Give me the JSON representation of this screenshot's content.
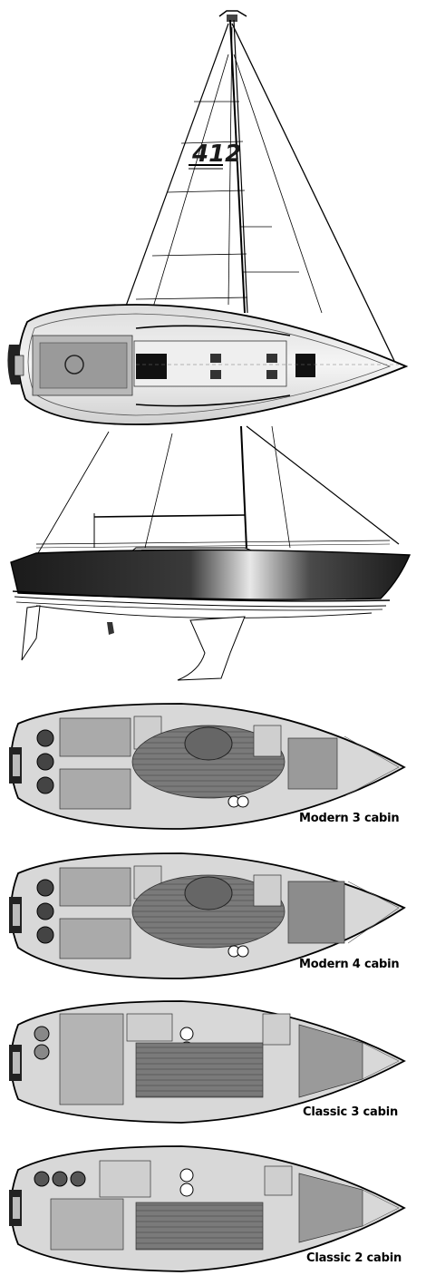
{
  "sail_number": "412",
  "layouts": [
    {
      "id": "modern-3",
      "label": "Modern 3 cabin"
    },
    {
      "id": "modern-4",
      "label": "Modern 4 cabin"
    },
    {
      "id": "classic-3",
      "label": "Classic 3 cabin"
    },
    {
      "id": "classic-2",
      "label": "Classic 2 cabin"
    }
  ]
}
